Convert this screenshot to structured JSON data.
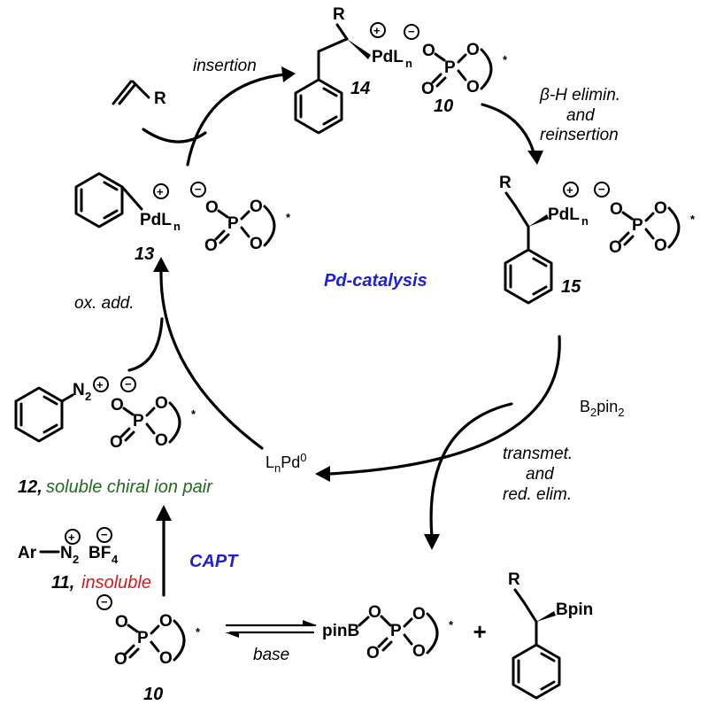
{
  "colors": {
    "center_label": "#1f1fd6",
    "capt_label": "#1f1fd6",
    "soluble_pair": "#1d6b1d",
    "insoluble": "#d41a1a",
    "text": "#000000"
  },
  "labels": {
    "center": "Pd-catalysis",
    "insertion": "insertion",
    "beta_h_1": "β-H elimin.",
    "beta_h_2": "and",
    "beta_h_3": "reinsertion",
    "ox_add": "ox. add.",
    "transmet_1": "transmet.",
    "transmet_2": "and",
    "transmet_3": "red. elim.",
    "capt": "CAPT",
    "base": "base",
    "b2pin2": "B2pin2",
    "lnpd0": "LnPd0",
    "plus": "+"
  },
  "compounds": {
    "c10_top": "10",
    "c13": "13",
    "c14": "14",
    "c15": "15",
    "c10_bottom": "10",
    "c12_num": "12,",
    "c12_text": "soluble chiral ion pair",
    "c11_num": "11,",
    "c11_text": "insoluble"
  },
  "atoms": {
    "R": "R",
    "PdL": "PdL",
    "n": "n",
    "O": "O",
    "P": "P",
    "star": "*",
    "Ar": "Ar",
    "N": "N",
    "sub2": "2",
    "BF": "BF",
    "sub4": "4",
    "pinB": "pinB",
    "Bpin": "Bpin",
    "plus_sign": "+",
    "minus_sign": "−"
  }
}
